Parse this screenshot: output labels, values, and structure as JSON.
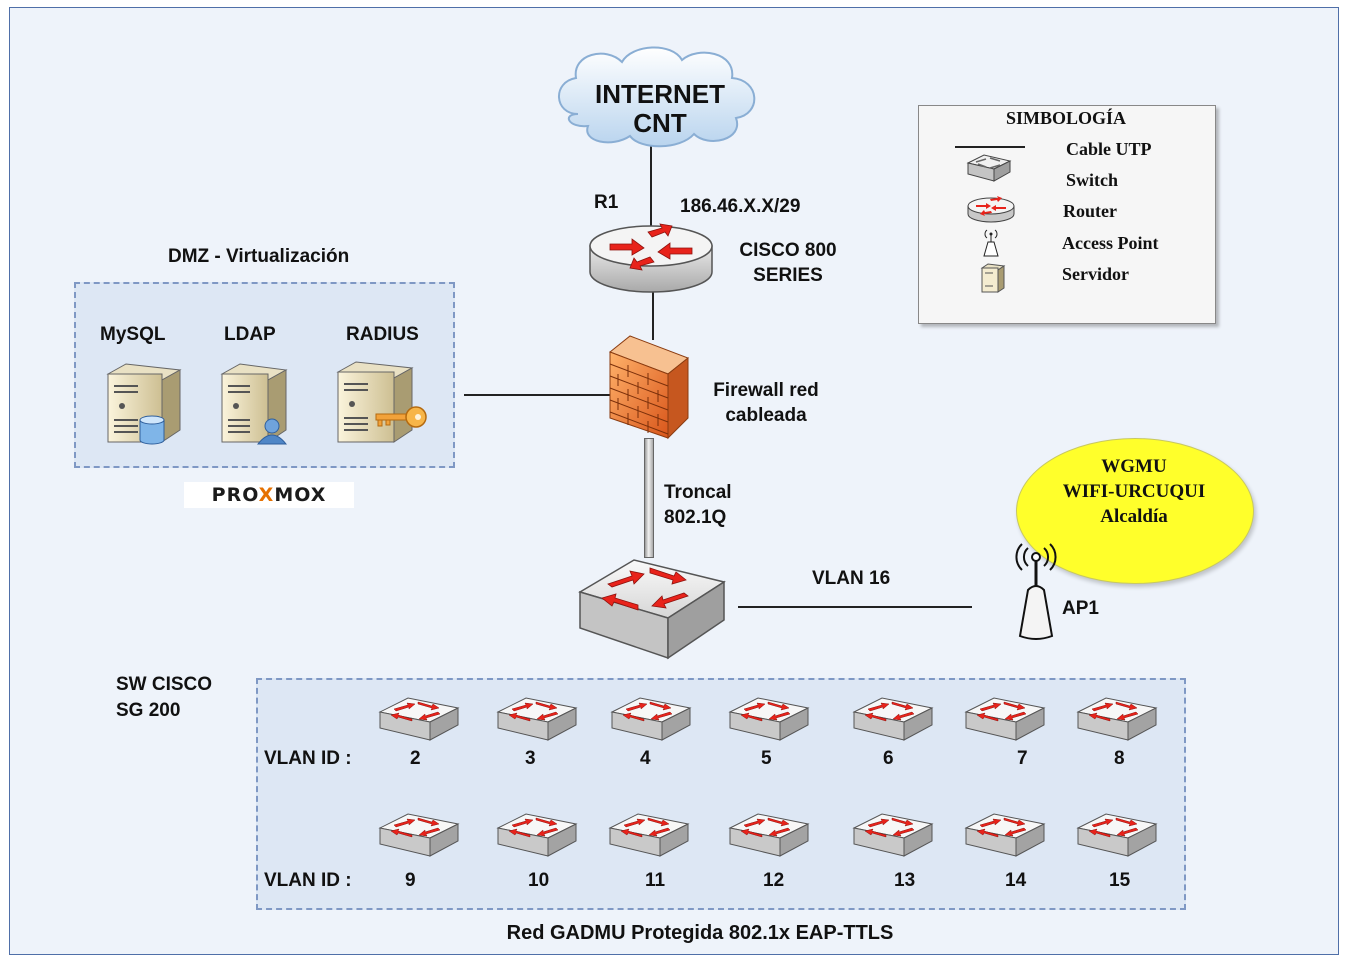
{
  "internet": {
    "line1": "INTERNET",
    "line2": "CNT"
  },
  "router": {
    "name": "R1",
    "ip": "186.46.X.X/29",
    "model_line1": "CISCO 800",
    "model_line2": "SERIES"
  },
  "dmz": {
    "title": "DMZ - Virtualización",
    "servers": [
      "MySQL",
      "LDAP",
      "RADIUS"
    ],
    "platform": "PROXMOX"
  },
  "firewall": {
    "line1": "Firewall red",
    "line2": "cableada"
  },
  "trunk": {
    "line1": "Troncal",
    "line2": "802.1Q"
  },
  "wifi": {
    "line1": "WGMU",
    "line2": "WIFI-URCUQUI",
    "line3": "Alcaldía"
  },
  "ap": {
    "vlan_link": "VLAN 16",
    "name": "AP1"
  },
  "core_switch": {
    "line1": "SW CISCO",
    "line2": "SG 200"
  },
  "vlans": {
    "label": "VLAN ID :",
    "row1": [
      "2",
      "3",
      "4",
      "5",
      "6",
      "7",
      "8"
    ],
    "row2": [
      "9",
      "10",
      "11",
      "12",
      "13",
      "14",
      "15"
    ]
  },
  "footer": "Red GADMU Protegida 802.1x EAP-TTLS",
  "legend": {
    "title": "SIMBOLOGÍA",
    "items": [
      "Cable UTP",
      "Switch",
      "Router",
      "Access Point",
      "Servidor"
    ]
  },
  "colors": {
    "accent_red": "#e8231b",
    "wifi_yellow": "#ffff2b",
    "frame_blue": "#4f6fa8",
    "panel_fill": "#dde7f4"
  }
}
